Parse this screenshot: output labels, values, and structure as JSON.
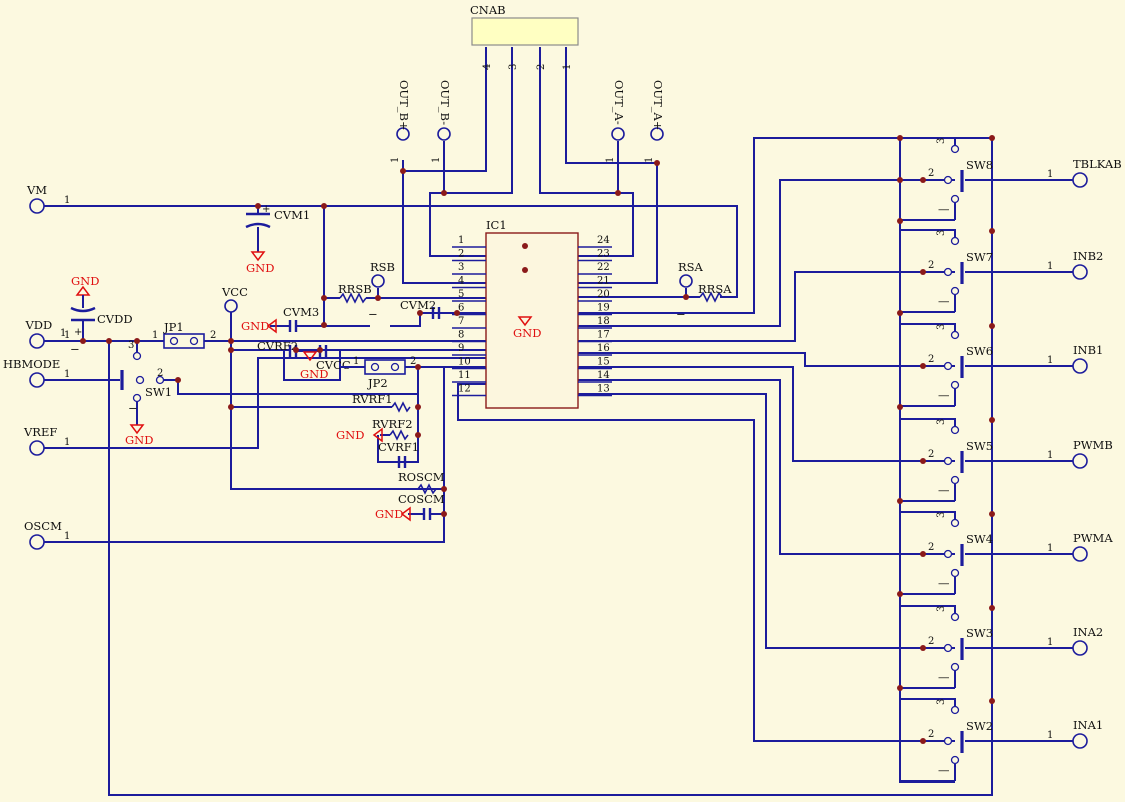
{
  "connector": {
    "ref": "CNAB",
    "pins": [
      "4",
      "3",
      "2",
      "1"
    ]
  },
  "output_ports": [
    "OUT_B+",
    "OUT_B-",
    "OUT_A-",
    "OUT_A+"
  ],
  "ic": {
    "ref": "IC1",
    "left_pins": [
      "1",
      "2",
      "3",
      "4",
      "5",
      "6",
      "7",
      "8",
      "9",
      "10",
      "11",
      "12"
    ],
    "right_pins": [
      "24",
      "23",
      "22",
      "21",
      "20",
      "19",
      "18",
      "17",
      "16",
      "15",
      "14",
      "13"
    ]
  },
  "left_ports": [
    {
      "label": "VM",
      "pin": "1"
    },
    {
      "label": "VDD",
      "pin": "1"
    },
    {
      "label": "HBMODE",
      "pin": "1"
    },
    {
      "label": "VREF",
      "pin": "1"
    },
    {
      "label": "OSCM",
      "pin": "1"
    }
  ],
  "right_ports": [
    {
      "label": "TBLKAB",
      "pin": "1"
    },
    {
      "label": "INB2",
      "pin": "1"
    },
    {
      "label": "INB1",
      "pin": "1"
    },
    {
      "label": "PWMB",
      "pin": "1"
    },
    {
      "label": "PWMA",
      "pin": "1"
    },
    {
      "label": "INA2",
      "pin": "1"
    },
    {
      "label": "INA1",
      "pin": "1"
    }
  ],
  "switches": [
    "SW8",
    "SW7",
    "SW6",
    "SW5",
    "SW4",
    "SW3",
    "SW2"
  ],
  "switch_pins": {
    "top": "3",
    "mid": "2",
    "bot": "1"
  },
  "components": {
    "cvm1": "CVM1",
    "cvdd": "CVDD",
    "cvm3": "CVM3",
    "cvm2": "CVM2",
    "rrsb": "RRSB",
    "rrsa": "RRSA",
    "rsb": "RSB",
    "rsa": "RSA",
    "vcc": "VCC",
    "jp1": "JP1",
    "jp2": "JP2",
    "cvrf2": "CVRF2",
    "cvcc": "CVCC",
    "rvrf1": "RVRF1",
    "rvrf2": "RVRF2",
    "cvrf1": "CVRF1",
    "roscm": "ROSCM",
    "coscm": "COSCM",
    "sw1": "SW1"
  },
  "misc_pins": {
    "one": "1",
    "two": "2",
    "three": "3",
    "minus": "−",
    "plus": "+"
  },
  "gnd_label": "GND",
  "colors": {
    "background": "#FCF9E0",
    "wire": "#1C1C9C",
    "junction": "#8B1A1A",
    "ground": "#E01010",
    "connector_fill": "#FFFFC2",
    "ic_outline": "#8B1A1A"
  }
}
